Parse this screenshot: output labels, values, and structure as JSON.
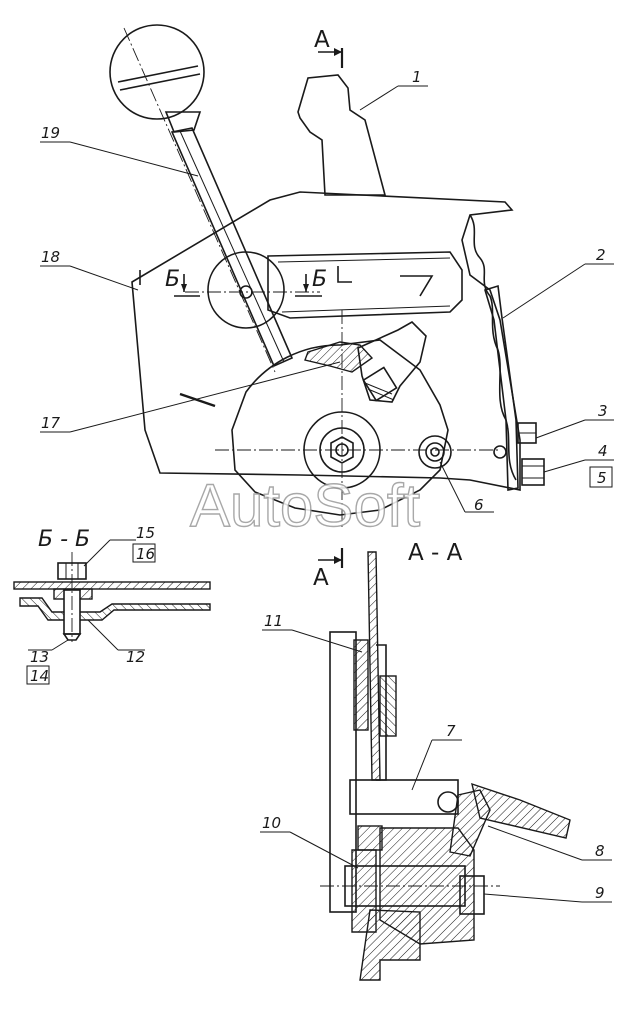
{
  "labels": {
    "p1": "1",
    "p2": "2",
    "p3": "3",
    "p4": "4",
    "p5": "5",
    "p6": "6",
    "p7": "7",
    "p8": "8",
    "p9": "9",
    "p10": "10",
    "p11": "11",
    "p12": "12",
    "p13": "13",
    "p14": "14",
    "p15": "15",
    "p16": "16",
    "p17": "17",
    "p18": "18",
    "p19": "19"
  },
  "sections": {
    "a_mark": "А",
    "b_mark": "Б",
    "section_bb_title": "Б - Б",
    "section_aa_title": "А - А"
  },
  "watermark": "AutoSoft"
}
